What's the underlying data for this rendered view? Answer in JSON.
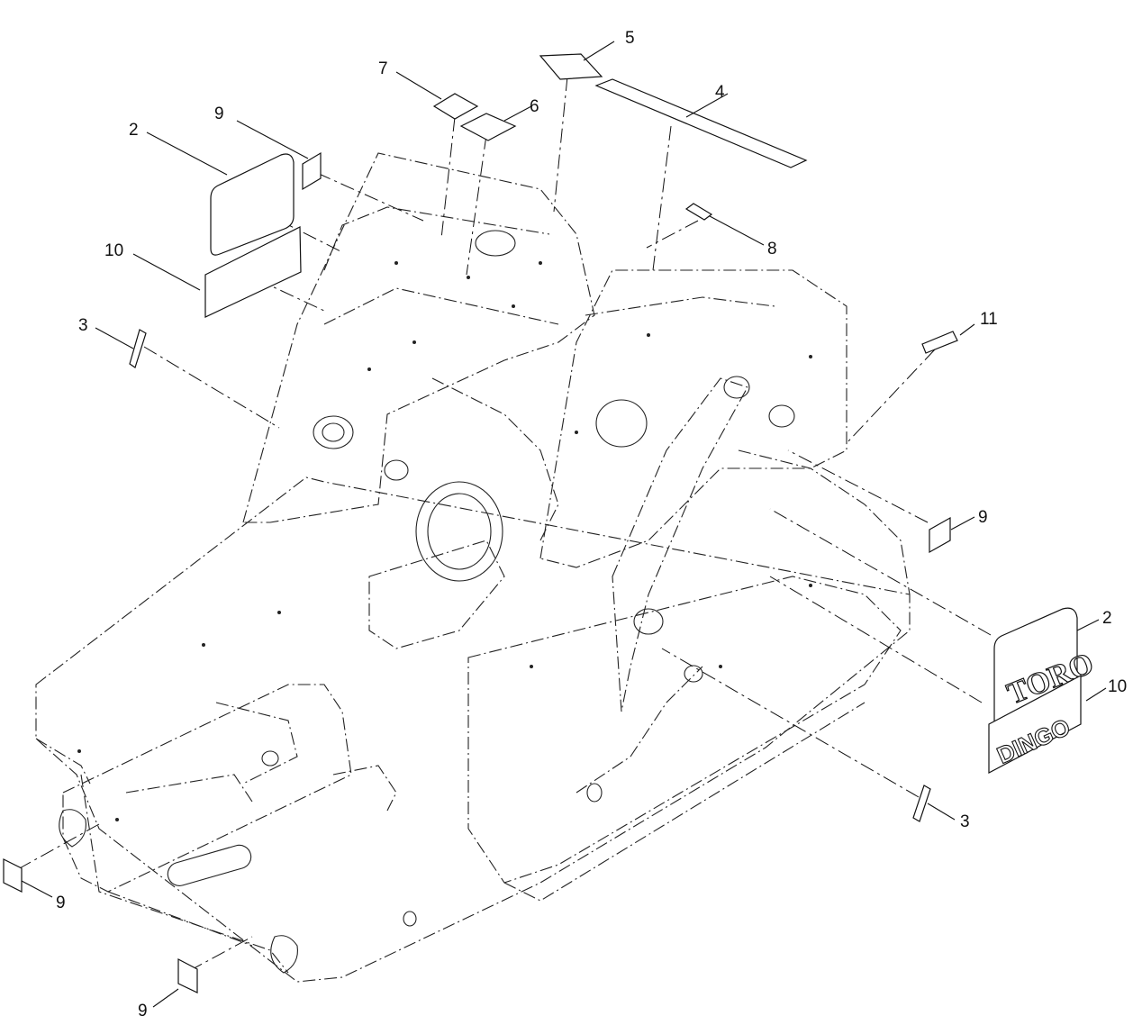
{
  "callouts": [
    {
      "id": "c5",
      "number": "5"
    },
    {
      "id": "c7",
      "number": "7"
    },
    {
      "id": "c6",
      "number": "6"
    },
    {
      "id": "c4",
      "number": "4"
    },
    {
      "id": "c9a",
      "number": "9"
    },
    {
      "id": "c2a",
      "number": "2"
    },
    {
      "id": "c10a",
      "number": "10"
    },
    {
      "id": "c8",
      "number": "8"
    },
    {
      "id": "c3a",
      "number": "3"
    },
    {
      "id": "c11",
      "number": "11"
    },
    {
      "id": "c9b",
      "number": "9"
    },
    {
      "id": "c2b",
      "number": "2"
    },
    {
      "id": "c10b",
      "number": "10"
    },
    {
      "id": "c3b",
      "number": "3"
    },
    {
      "id": "c9c",
      "number": "9"
    },
    {
      "id": "c9d",
      "number": "9"
    }
  ],
  "decal_logos": {
    "toro": "TORO",
    "dingo": "DINGO"
  }
}
